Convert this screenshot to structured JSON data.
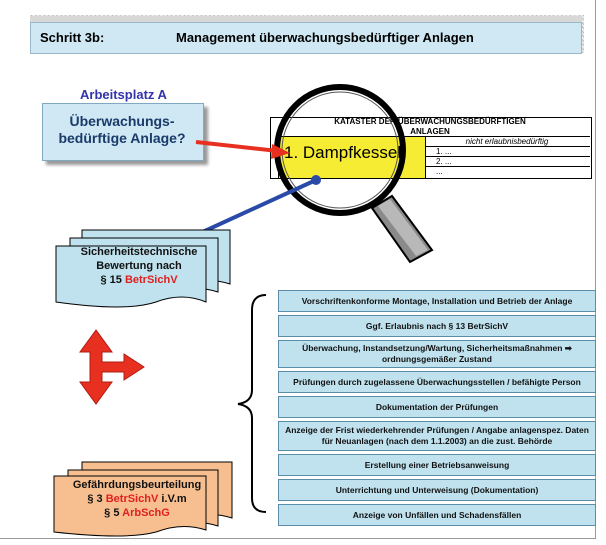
{
  "header": {
    "step": "Schritt 3b:",
    "title": "Management überwachungsbedürftiger Anlagen"
  },
  "workplace": {
    "label": "Arbeitsplatz A",
    "question_line1": "Überwachungs-",
    "question_line2": "bedürftige Anlage?"
  },
  "kataster": {
    "title_line1": "KATASTER DER ÜBERWACHUNGSBEDÜRFTIGEN",
    "title_line2": "ANLAGEN",
    "col_header": "nicht erlaubnisbedürftig",
    "rows": [
      "1. ...",
      "2. ...",
      "..."
    ],
    "highlight": "1.  Dampfkessel"
  },
  "assessment": {
    "line1": "Sicherheitstechnische",
    "line2": "Bewertung nach",
    "para": "§ 15",
    "law": "BetrSichV"
  },
  "risk": {
    "line1": "Gefährdungsbeurteilung",
    "p1": "§ 3",
    "law1": "BetrSichV",
    "suffix1": "i.V.m",
    "p2": "§ 5",
    "law2": "ArbSchG"
  },
  "measures": [
    "Vorschriftenkonforme Montage, Installation und Betrieb der Anlage",
    "Ggf. Erlaubnis nach § 13 BetrSichV",
    "Überwachung, Instandsetzung/Wartung, Sicherheitsmaßnahmen ➡ ordnungsgemäßer Zustand",
    "Prüfungen durch zugelassene Überwachungsstellen / befähigte Person",
    "Dokumentation der Prüfungen",
    "Anzeige der Frist wiederkehrender Prüfungen / Angabe anlagenspez. Daten für Neuanlagen (nach dem 1.1.2003) an die zust. Behörde",
    "Erstellung einer Betriebsanweisung",
    "Unterrichtung und Unterweisung (Dokumentation)",
    "Anzeige von Unfällen und Schadensfällen"
  ],
  "colors": {
    "box_fill": "#bfe2ee",
    "kataster_highlight": "#f5ec33",
    "risk_fill": "#f7bf8f",
    "arrow_red": "#e83020",
    "arrow_blue": "#2a4aa8",
    "law_red": "#e02020"
  }
}
